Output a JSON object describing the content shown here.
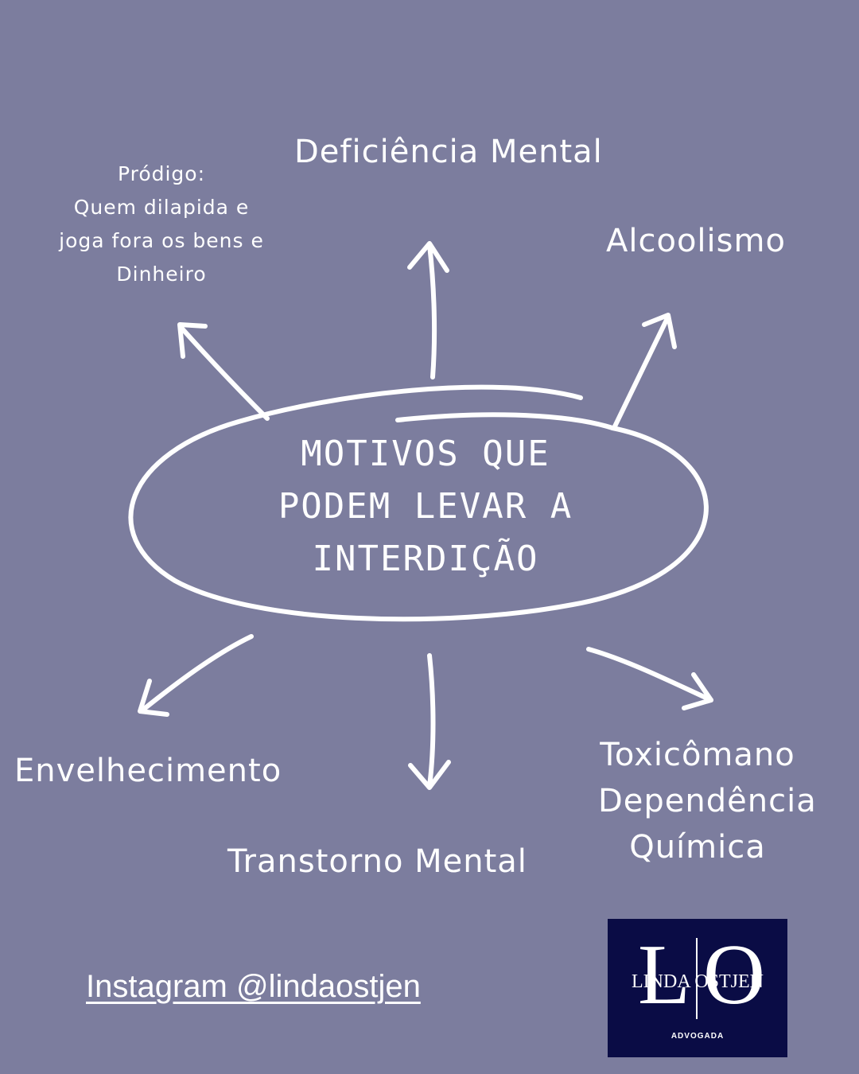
{
  "center": {
    "line1": "MOTIVOS QUE",
    "line2": "PODEM LEVAR A",
    "line3": "INTERDIÇÃO"
  },
  "nodes": {
    "prodigo_title": "Pródigo:",
    "prodigo_line1": "Quem dilapida e",
    "prodigo_line2": "joga fora os bens e",
    "prodigo_line3": "Dinheiro",
    "deficiencia": "Deficiência Mental",
    "alcoolismo": "Alcoolismo",
    "envelhecimento": "Envelhecimento",
    "transtorno": "Transtorno Mental",
    "toxicomano_line1": "Toxicômano",
    "toxicomano_line2": "Dependência",
    "toxicomano_line3": "Química"
  },
  "footer": {
    "instagram": "Instagram @lindaostjen"
  },
  "logo": {
    "letter_l": "L",
    "letter_o": "O",
    "name": "LINDA OSTJEN",
    "subtitle": "ADVOGADA"
  },
  "colors": {
    "background": "#7c7d9e",
    "foreground": "#ffffff",
    "logo_background": "#0a0c45"
  }
}
